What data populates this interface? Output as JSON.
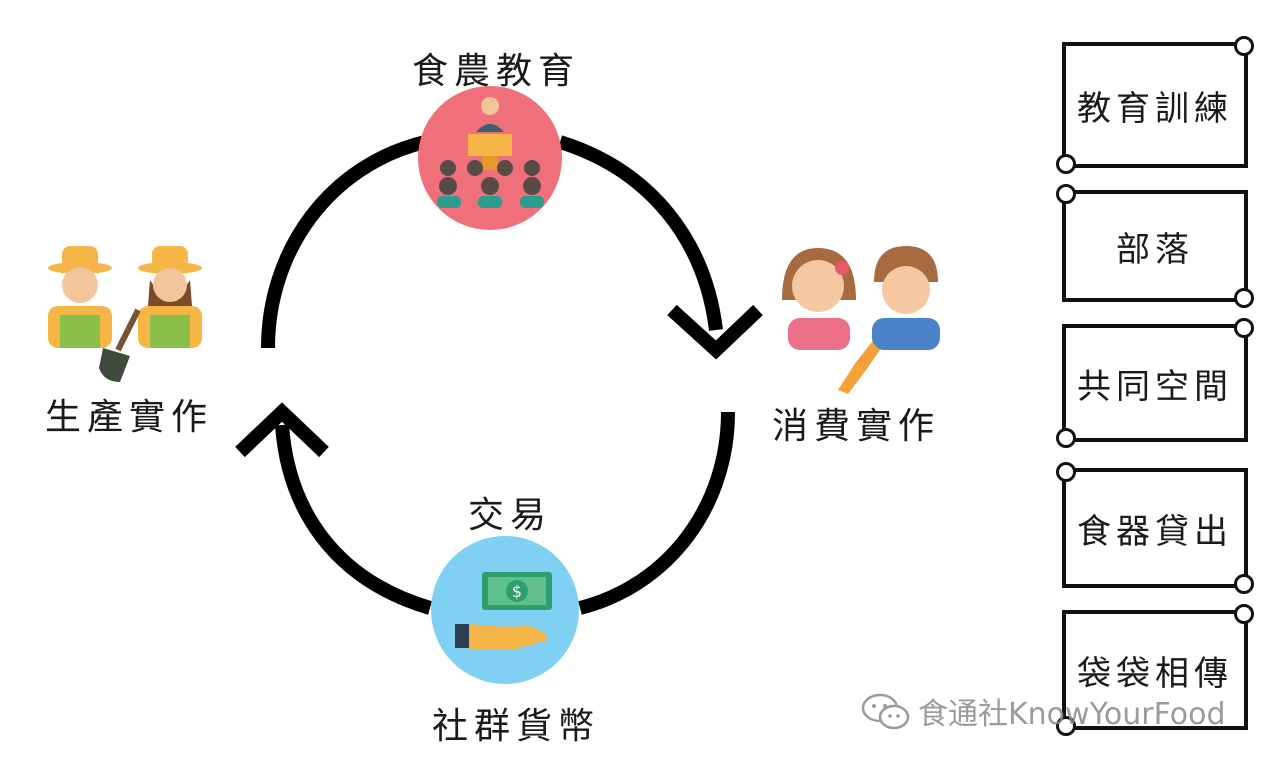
{
  "diagram": {
    "top_label": "食農教育",
    "left_label": "生產實作",
    "right_label": "消費實作",
    "trade_label": "交易",
    "bottom_label": "社群貨幣"
  },
  "icons": {
    "top": "teacher-lecture-icon",
    "left": "farmers-icon",
    "right": "consumers-icon",
    "bottom": "money-hand-icon"
  },
  "side_boxes": [
    "教育訓練",
    "部落",
    "共同空間",
    "食器貸出",
    "袋袋相傳"
  ],
  "watermark": {
    "text": "食通社KnowYourFood",
    "icon": "wechat-icon"
  },
  "colors": {
    "arrow": "#000000",
    "teacher_bg": "#ef6f7a",
    "money_bg": "#7fd0f2",
    "box_border": "#111111"
  }
}
